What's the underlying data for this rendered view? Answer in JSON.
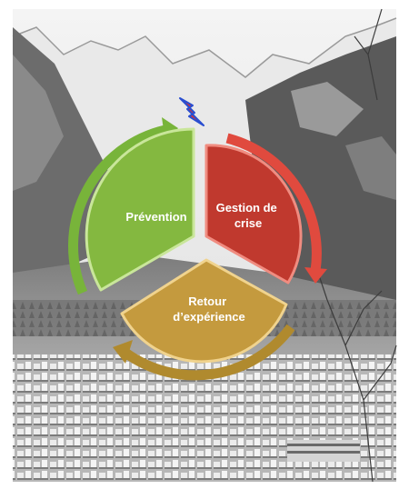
{
  "diagram": {
    "segments": [
      {
        "id": "prevention",
        "lines": [
          "Prévention"
        ],
        "color": "#84b840",
        "edge": "#c9e69a",
        "arrow_color": "#78b43a"
      },
      {
        "id": "gestion",
        "lines": [
          "Gestion de",
          "crise"
        ],
        "color": "#c0392e",
        "edge": "#f08c80",
        "arrow_color": "#e04a3e"
      },
      {
        "id": "retour",
        "lines": [
          "Retour",
          "d’expérience"
        ],
        "color": "#c49a3e",
        "edge": "#f0d38e",
        "arrow_color": "#b08a2e"
      }
    ],
    "lightning_icon": "lightning-bolt-icon",
    "colors": {
      "lightning_red": "#e0302a",
      "lightning_blue": "#2a4ed0"
    }
  }
}
